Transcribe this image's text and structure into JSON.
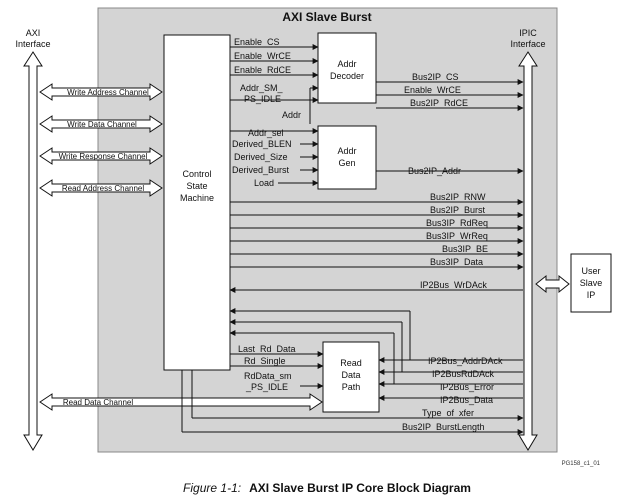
{
  "title": "AXI Slave Burst",
  "left_interface": {
    "line1": "AXI",
    "line2": "Interface"
  },
  "right_interface": {
    "line1": "IPIC",
    "line2": "Interface"
  },
  "channels": [
    "Write Address Channel",
    "Write Data Channel",
    "Write Response Channel",
    "Read Address Channel",
    "Read Data Channel"
  ],
  "blocks": {
    "control": [
      "Control",
      "State",
      "Machine"
    ],
    "addr_decoder": [
      "Addr",
      "Decoder"
    ],
    "addr_gen": [
      "Addr",
      "Gen"
    ],
    "read_data_path": [
      "Read",
      "Data",
      "Path"
    ],
    "user_slave": [
      "User",
      "Slave",
      "IP"
    ]
  },
  "decoder_inputs": [
    "Enable_CS",
    "Enable_WrCE",
    "Enable_RdCE",
    "Addr_SM_",
    "PS_IDLE",
    "Addr"
  ],
  "gen_inputs": [
    "Addr_sel",
    "Derived_BLEN",
    "Derived_Size",
    "Derived_Burst",
    "Load"
  ],
  "decoder_outputs": [
    "Bus2IP_CS",
    "Enable_WrCE",
    "Bus2IP_RdCE"
  ],
  "gen_output": "Bus2IP_Addr",
  "sm_outputs": [
    "Bus2IP_RNW",
    "Bus2IP_Burst",
    "Bus3IP_RdReq",
    "Bus3IP_WrReq",
    "Bus3IP_BE",
    "Bus3IP_Data"
  ],
  "wrdack": "IP2Bus_WrDAck",
  "rdp_inputs": [
    "Last_Rd_Data",
    "Rd_Single",
    "RdData_sm",
    "_PS_IDLE"
  ],
  "rdp_side_inputs": [
    "IP2Bus_AddrDAck",
    "IP2BusRdDAck",
    "IP2Bus_Error",
    "IP2Bus_Data"
  ],
  "bottom_outputs": [
    "Type_of_xfer",
    "Bus2IP_BurstLength"
  ],
  "figure_id": "PG158_c1_01",
  "caption_label": "Figure 1-1:",
  "caption_text": "AXI Slave Burst IP Core Block Diagram"
}
